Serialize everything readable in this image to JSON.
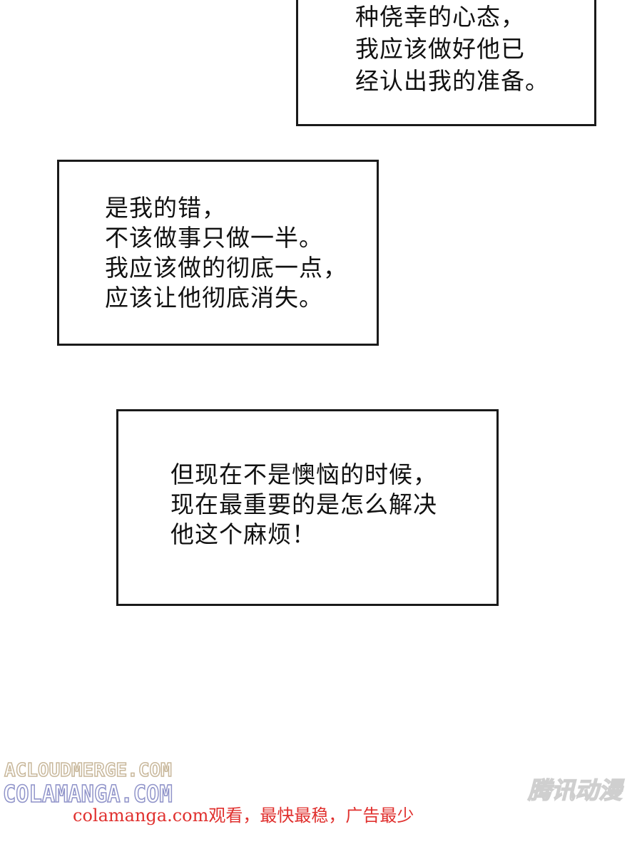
{
  "panels": [
    {
      "lines": [
        "种侥幸的心态，",
        "我应该做好他已",
        "经认出我的准备。"
      ]
    },
    {
      "lines": [
        "是我的错，",
        "不该做事只做一半。",
        "我应该做的彻底一点，",
        "应该让他彻底消失。"
      ]
    },
    {
      "lines": [
        "但现在不是懊恼的时候，",
        "现在最重要的是怎么解决",
        "他这个麻烦！"
      ]
    }
  ],
  "watermarks": {
    "acloudmerge": "ACLOUDMERGE.COM",
    "colamanga": "COLAMANGA.COM",
    "notice": "colamanga.com观看，最快最稳，广告最少",
    "publisher": "腾讯动漫"
  },
  "colors": {
    "border": "#1a1a1a",
    "text": "#111111",
    "notice_red": "#e0302e",
    "acloudmerge_outline": "#c8b79a",
    "colamanga_outline": "#8f93c9"
  }
}
